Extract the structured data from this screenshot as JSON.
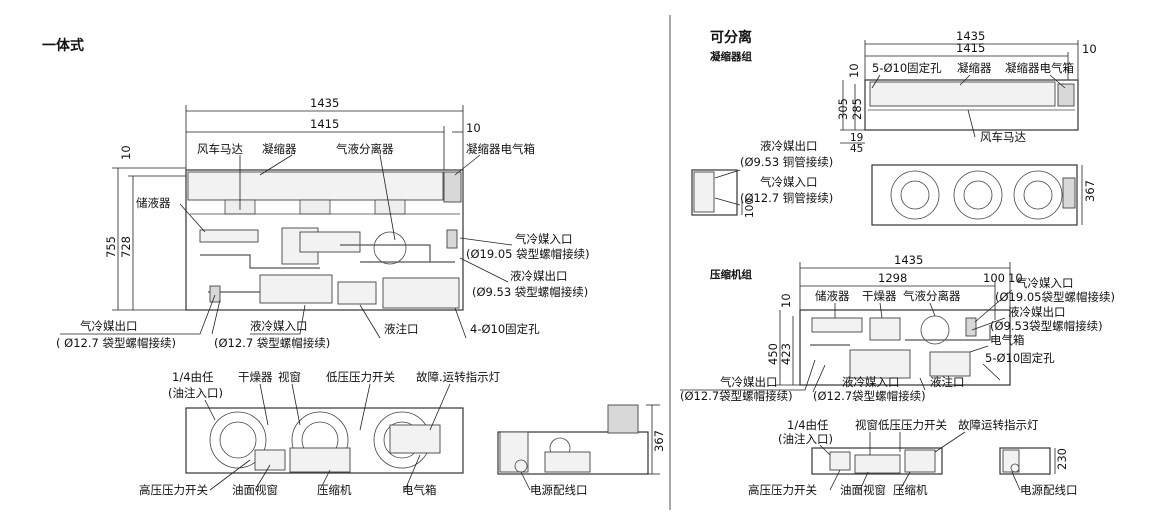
{
  "integral": {
    "title": "一体式",
    "dims": {
      "w_total": "1435",
      "w_inner": "1415",
      "w_side": "10",
      "h_total": "755",
      "h_inner": "728",
      "h_top": "10"
    },
    "labels": {
      "fan_motor": "风车马达",
      "condenser": "凝缩器",
      "separator": "气液分离器",
      "cond_box": "凝缩器电气箱",
      "receiver": "储液器",
      "gas_in": "气冷媒入口",
      "gas_in_spec": "(Ø19.05 袋型螺帽接续)",
      "liq_out": "液冷媒出口",
      "liq_out_spec": "(Ø9.53 袋型螺帽接续)",
      "gas_out": "气冷媒出口",
      "gas_out_spec": "( Ø12.7 袋型螺帽接续)",
      "liq_in": "液冷媒入口",
      "liq_in_spec": "(Ø12.7 袋型螺帽接续)",
      "inject": "液注口",
      "mount_holes": "4-Ø10固定孔"
    },
    "front": {
      "union": "1/4由任",
      "union_note": "(油注入口)",
      "dryer": "干燥器",
      "sight": "视窗",
      "lp_switch": "低压压力开关",
      "indicator": "故障.运转指示灯",
      "hp_switch": "高压压力开关",
      "oil_sight": "油面视窗",
      "compressor": "压缩机",
      "ebox": "电气箱",
      "power": "电源配线口",
      "h": "367"
    }
  },
  "split": {
    "title": "可分离",
    "condenser_group": {
      "title": "凝缩器组",
      "dims": {
        "w_total": "1435",
        "w_inner": "1415",
        "w_side": "10",
        "h_top": "10",
        "h_total": "305",
        "h_inner": "285",
        "d1": "19",
        "d2": "45",
        "h_side": "367",
        "base": "100"
      },
      "labels": {
        "holes": "5-Ø10固定孔",
        "condenser": "凝缩器",
        "cond_box": "凝缩器电气箱",
        "fan_motor": "风车马达",
        "liq_out": "液冷媒出口",
        "liq_out_spec": "(Ø9.53 铜管接续)",
        "gas_in": "气冷媒入口",
        "gas_in_spec": "(Ø12.7 铜管接续)"
      }
    },
    "compressor_group": {
      "title": "压缩机组",
      "dims": {
        "w_total": "1435",
        "w_inner": "1298",
        "w_a": "100",
        "w_b": "10",
        "h_top": "10",
        "h_total": "450",
        "h_inner": "423",
        "h_front": "230"
      },
      "labels": {
        "receiver": "储液器",
        "dryer": "干燥器",
        "separator": "气液分离器",
        "gas_in": "气冷媒入口",
        "gas_in_spec": "(Ø19.05袋型螺帽接续)",
        "liq_out": "液冷媒出口",
        "liq_out_spec": "(Ø9.53袋型螺帽接续)",
        "ebox": "电气箱",
        "holes": "5-Ø10固定孔",
        "gas_out": "气冷媒出口",
        "gas_out_spec": "(Ø12.7袋型螺帽接续)",
        "liq_in": "液冷媒入口",
        "liq_in_spec": "(Ø12.7袋型螺帽接续)",
        "inject": "液注口"
      },
      "front": {
        "union": "1/4由任",
        "union_note": "(油注入口)",
        "sight_lp": "视窗低压压力开关",
        "indicator": "故障运转指示灯",
        "hp_switch": "高压压力开关",
        "oil_sight": "油面视窗",
        "compressor": "压缩机",
        "power": "电源配线口"
      }
    }
  }
}
